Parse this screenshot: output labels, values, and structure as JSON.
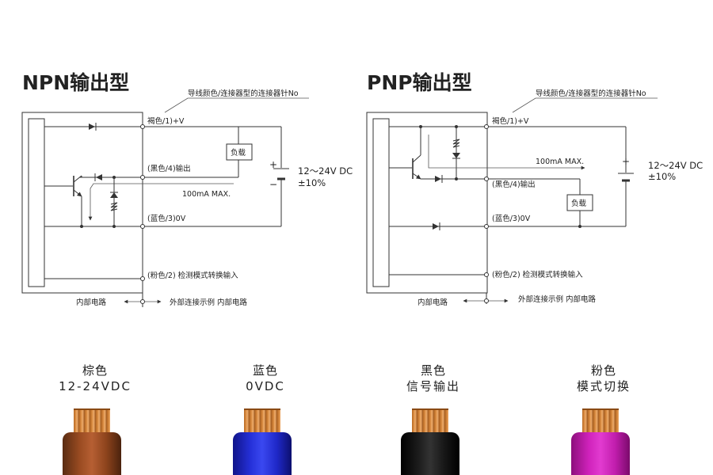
{
  "npn": {
    "title": "NPN输出型",
    "wire_note": "导线颜色/连接器型的连接器针No",
    "brown_v": "褐色/1)+V",
    "black_out": "(黑色/4)输出",
    "current": "100mA MAX.",
    "load": "负载",
    "blue_0v": "(蓝色/3)0V",
    "pink_in": "(粉色/2) 检测模式转换输入",
    "plus": "+",
    "minus": "−",
    "supply_v": "12～24V DC",
    "supply_tol": "±10%",
    "internal": "内部电路",
    "external": "外部连接示例 内部电路"
  },
  "pnp": {
    "title": "PNP输出型",
    "wire_note": "导线颜色/连接器型的连接器针No",
    "brown_v": "褐色/1)+V",
    "current": "100mA MAX.",
    "black_out": "(黑色/4)输出",
    "load": "负载",
    "blue_0v": "(蓝色/3)0V",
    "pink_in": "(粉色/2) 检测模式转换输入",
    "plus": "+",
    "supply_v": "12～24V DC",
    "supply_tol": "±10%",
    "internal": "内部电路",
    "external": "外部连接示例 内部电路"
  },
  "wires": [
    {
      "line1": "棕色",
      "line2": "12-24VDC",
      "color": "#9b4c22"
    },
    {
      "line1": "蓝色",
      "line2": "0VDC",
      "color": "#2530d8"
    },
    {
      "line1": "黑色",
      "line2": "信号输出",
      "color": "#1c1c1c"
    },
    {
      "line1": "粉色",
      "line2": "模式切换",
      "color": "#cf22bb"
    }
  ]
}
